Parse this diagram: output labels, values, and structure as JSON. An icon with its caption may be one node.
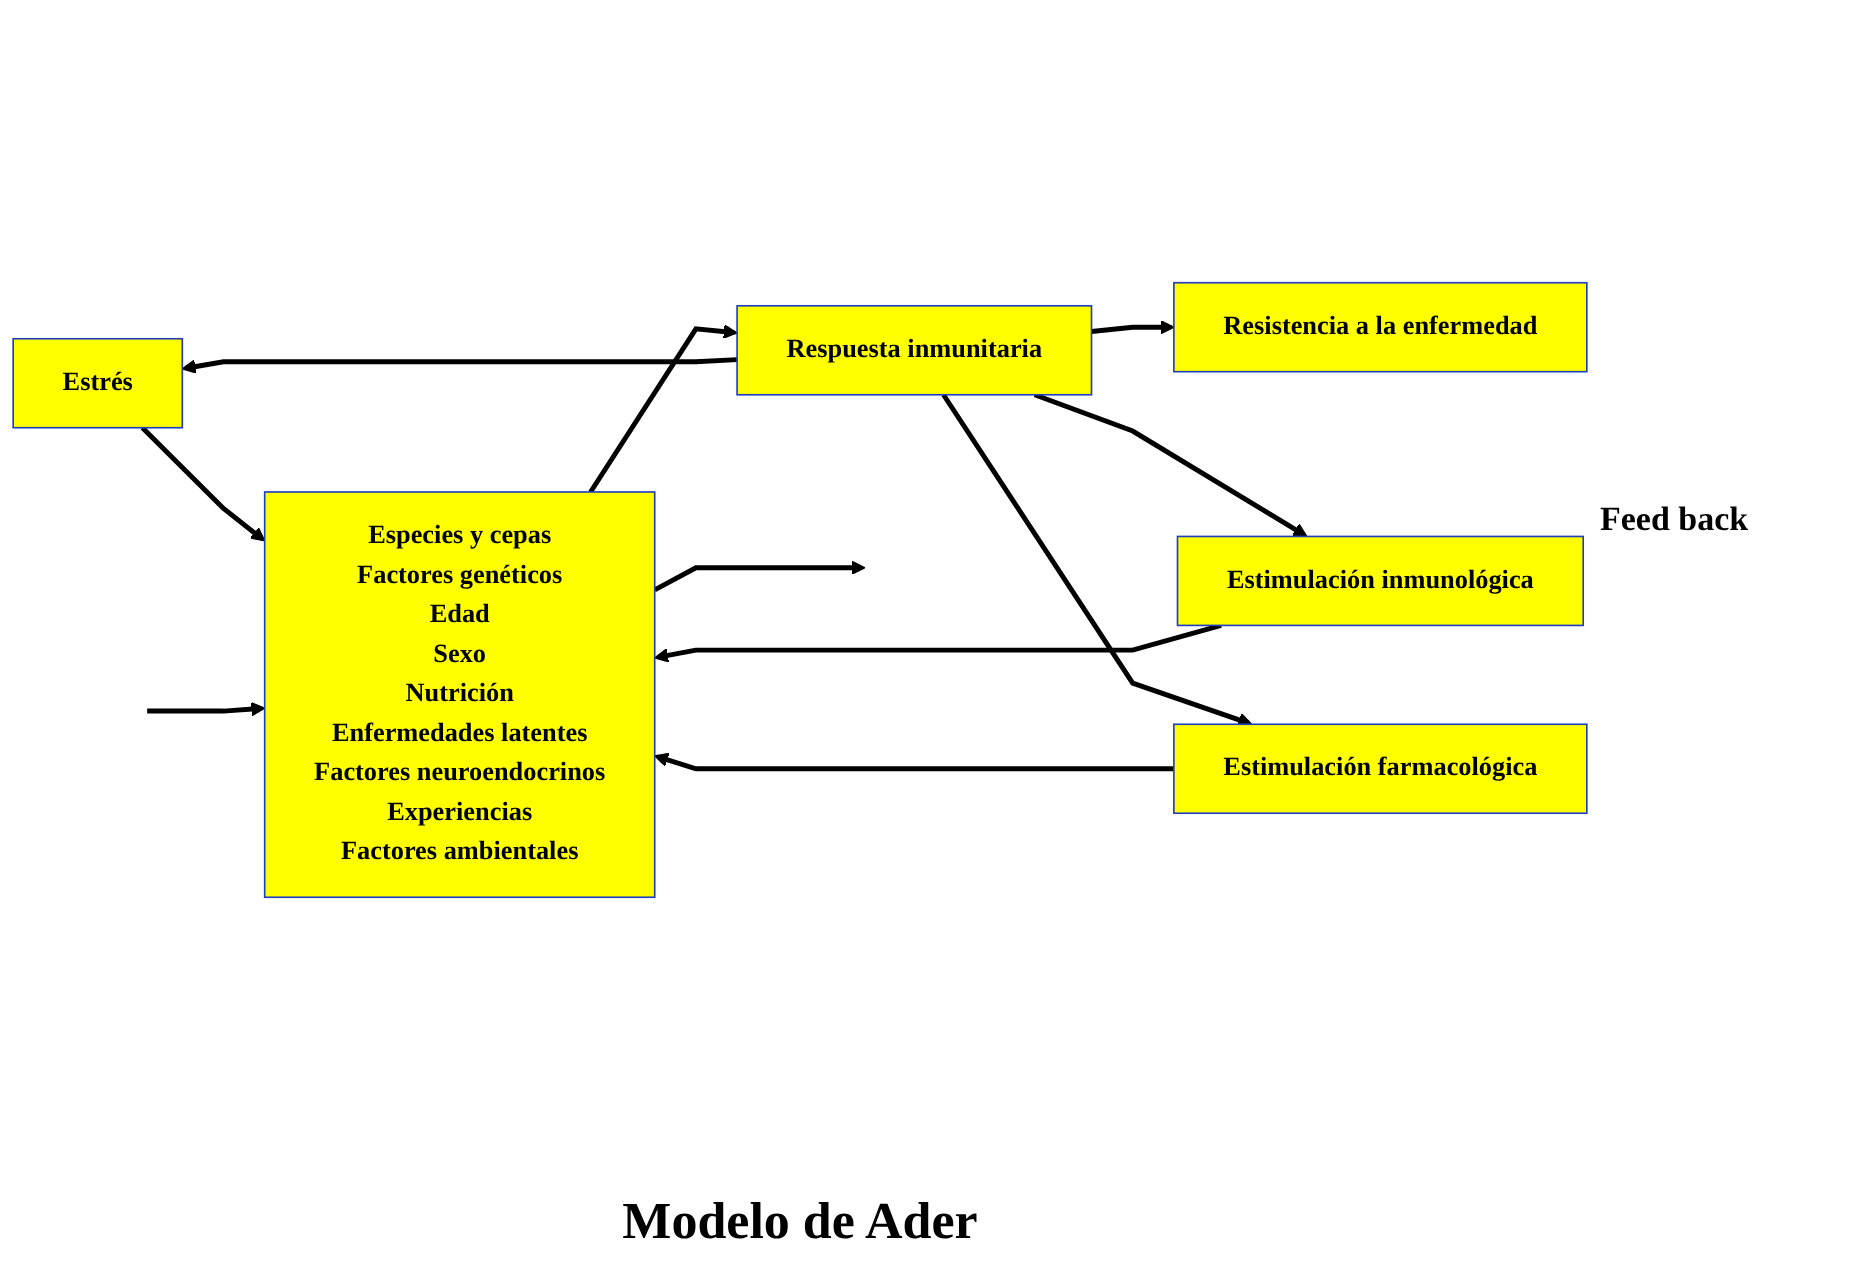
{
  "diagram": {
    "caption": "Modelo de Ader",
    "nodes": [
      {
        "text": [
          "Estrés"
        ]
      },
      {
        "text": [
          "Estimulación inmunológica"
        ]
      },
      {
        "text": [
          "Estimulación farmacológica"
        ]
      },
      {
        "text": [
          "Especies y cepas",
          "Factores genéticos",
          "Edad",
          "Sexo",
          "Nutrición",
          "Enfermedades latentes",
          "Factores neuroendocrinos",
          "Experiencias",
          "Factores ambientales"
        ]
      },
      {
        "text": [
          "Respuesta inmunitaria"
        ]
      },
      {
        "text": [
          "Resistencia a la enfermedad"
        ]
      }
    ],
    "edges": [
      {
        "from": 0,
        "to": 3,
        "arrow": "to"
      },
      {
        "from": 1,
        "to": 3,
        "arrow": "to"
      },
      {
        "from": 2,
        "to": 3,
        "arrow": "to"
      },
      {
        "from": 3,
        "to": 4,
        "arrow": "to"
      },
      {
        "from": 4,
        "to": 5,
        "arrow": "to"
      },
      {
        "from": 4,
        "to": 0,
        "arrow": "to"
      },
      {
        "from": 4,
        "to": 1,
        "arrow": "to"
      },
      {
        "from": 4,
        "to": 2,
        "arrow": "to"
      },
      {
        "from": null,
        "to": 3,
        "arrow": "to"
      },
      {
        "from": 3,
        "to": null,
        "arrow": "to"
      }
    ],
    "labels": [
      "Feed back"
    ]
  }
}
